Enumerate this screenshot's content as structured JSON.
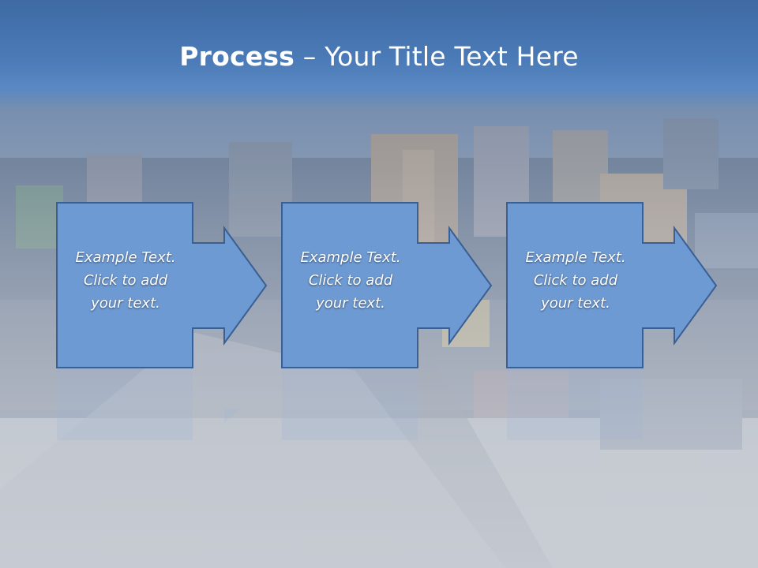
{
  "slide": {
    "title_bold": "Process",
    "title_rest": " – Your Title Text Here"
  },
  "steps": [
    {
      "lines": [
        "Example Text.",
        "Click  to add",
        "your text."
      ]
    },
    {
      "lines": [
        "Example Text.",
        "Click  to add",
        "your text."
      ]
    },
    {
      "lines": [
        "Example Text.",
        "Click  to add",
        "your text."
      ]
    }
  ],
  "colors": {
    "header": "#4b7bb8",
    "shape_fill": "#6e9ad3",
    "shape_stroke": "#3a5f92",
    "text": "#ffffff"
  }
}
